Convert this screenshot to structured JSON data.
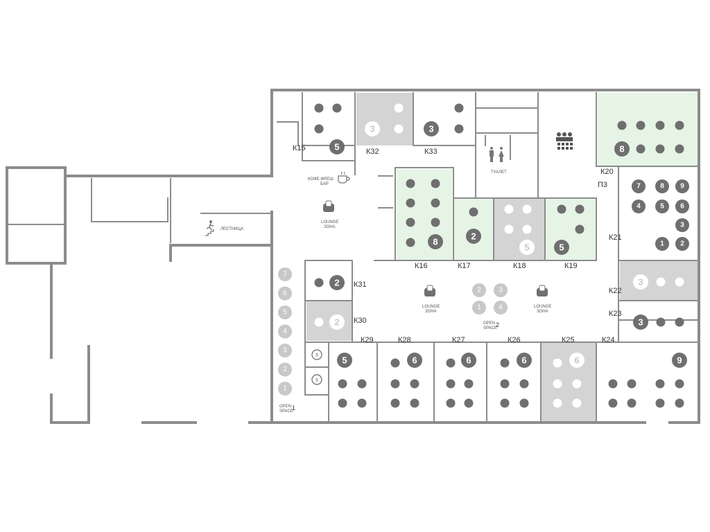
{
  "colors": {
    "wall": "#8c8c8c",
    "free_room": "#e6f4e6",
    "busy_room": "#d4d4d4",
    "desk": "#6f6f6f",
    "desk_light": "#ffffff",
    "os_seat": "#c8c8c8"
  },
  "labels": {
    "coffee_bar": "КОФЕ-ФРЕШ\nБАР",
    "lounge": "LOUNGE\nЗОНА",
    "stairs": "ЛЕСТНИЦА",
    "toilet": "ТУАЛЕТ",
    "open_space_1": "OPEN\nSPACE",
    "open_space_1_num": "1",
    "open_space_2": "OPEN\nSPACE",
    "open_space_2_num": "2"
  },
  "rooms": [
    {
      "id": "k15",
      "label": "К15",
      "status": "plain",
      "seats": "5"
    },
    {
      "id": "k32",
      "label": "К32",
      "status": "busy",
      "seats": "3"
    },
    {
      "id": "k33",
      "label": "К33",
      "status": "plain",
      "seats": "3"
    },
    {
      "id": "k20",
      "label": "К20",
      "status": "free",
      "seats": "8"
    },
    {
      "id": "p3",
      "label": "П3",
      "status": "plain",
      "seats": ""
    },
    {
      "id": "k16",
      "label": "К16",
      "status": "free",
      "seats": "8"
    },
    {
      "id": "k17",
      "label": "К17",
      "status": "free",
      "seats": "2"
    },
    {
      "id": "k18",
      "label": "К18",
      "status": "busy",
      "seats": "5"
    },
    {
      "id": "k19",
      "label": "К19",
      "status": "free",
      "seats": "5"
    },
    {
      "id": "k21",
      "label": "К21",
      "status": "plain",
      "seats": ""
    },
    {
      "id": "k22",
      "label": "К22",
      "status": "busy",
      "seats": "3"
    },
    {
      "id": "k23",
      "label": "К23",
      "status": "plain",
      "seats": "3"
    },
    {
      "id": "k31",
      "label": "К31",
      "status": "plain",
      "seats": "2"
    },
    {
      "id": "k30",
      "label": "К30",
      "status": "busy",
      "seats": "2"
    },
    {
      "id": "k29",
      "label": "К29",
      "status": "plain",
      "seats": "5"
    },
    {
      "id": "k28",
      "label": "К28",
      "status": "plain",
      "seats": "6"
    },
    {
      "id": "k27",
      "label": "К27",
      "status": "plain",
      "seats": "6"
    },
    {
      "id": "k26",
      "label": "К26",
      "status": "plain",
      "seats": "6"
    },
    {
      "id": "k25",
      "label": "К25",
      "status": "busy",
      "seats": "6"
    },
    {
      "id": "k24",
      "label": "К24",
      "status": "plain",
      "seats": "9"
    }
  ],
  "k21_seats": [
    "7",
    "8",
    "9",
    "4",
    "5",
    "6",
    "3",
    "1",
    "2"
  ],
  "open_space_1_seats": [
    "7",
    "6",
    "5",
    "4",
    "3",
    "2",
    "1"
  ],
  "open_space_2_seats": [
    "2",
    "3",
    "1",
    "4"
  ]
}
